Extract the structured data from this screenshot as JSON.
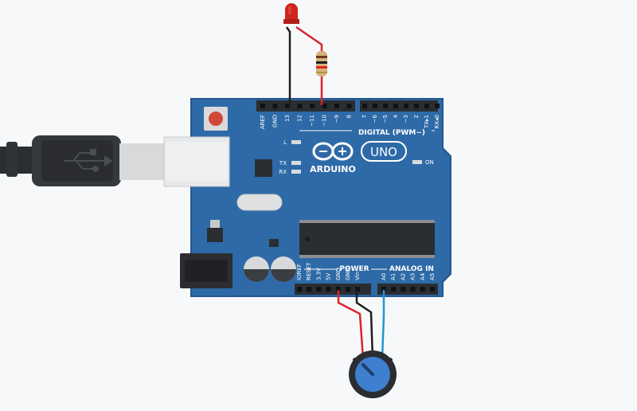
{
  "board": {
    "brand": "ARDUINO",
    "model": "UNO",
    "led_labels": {
      "l": "L",
      "tx": "TX",
      "rx": "RX",
      "on": "ON"
    },
    "digital_header_label": "DIGITAL (PWM~)",
    "power_header_label": "POWER",
    "analog_header_label": "ANALOG IN",
    "digital_pins_left": [
      "AREF",
      "GND",
      "13",
      "12",
      "~11",
      "~10",
      "~9",
      "8"
    ],
    "digital_pins_right": [
      "7",
      "~6",
      "~5",
      "4",
      "~3",
      "2",
      "TX▸1",
      "RX◂0"
    ],
    "power_pins": [
      "IOREF",
      "RESET",
      "3.3V",
      "5V",
      "GND",
      "GND",
      "Vin"
    ],
    "analog_pins": [
      "A0",
      "A1",
      "A2",
      "A3",
      "A4",
      "A5"
    ]
  },
  "colors": {
    "board": "#2e6aa7",
    "board_edge": "#24588f",
    "wire_red": "#d8262c",
    "wire_black": "#1e1e1e",
    "wire_blue": "#2196d3",
    "led": "#d0241f",
    "pot_knob": "#3f7fd0",
    "background": "#f7f8f9"
  },
  "components": {
    "usb_cable": "usb-b-cable",
    "led": "red-led",
    "resistor": "resistor",
    "potentiometer": "potentiometer"
  }
}
